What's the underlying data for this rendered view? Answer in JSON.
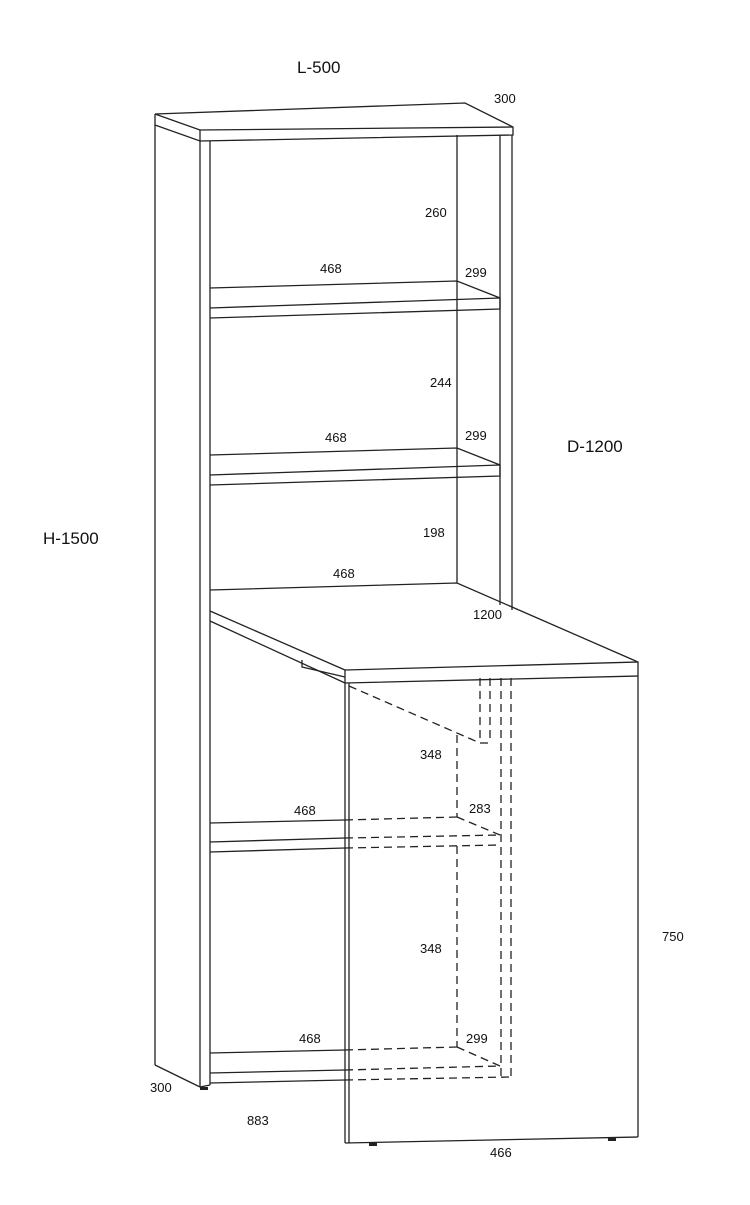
{
  "title_dimensions": {
    "length": "L-500",
    "depth": "D-1200",
    "height": "H-1500"
  },
  "labels": {
    "top_depth": "300",
    "shelf1_height": "260",
    "shelf1_width": "468",
    "shelf1_depth": "299",
    "shelf2_height": "244",
    "shelf2_width": "468",
    "shelf2_depth": "299",
    "upper_gap_height": "198",
    "desk_back_width": "468",
    "desk_length": "1200",
    "lower_upper_height": "348",
    "lower_shelf_width": "468",
    "lower_shelf_depth": "283",
    "lower_lower_height": "348",
    "bottom_width": "468",
    "bottom_depth": "299",
    "desk_height": "750",
    "base_depth": "300",
    "extended_length": "883",
    "desk_width": "466"
  }
}
